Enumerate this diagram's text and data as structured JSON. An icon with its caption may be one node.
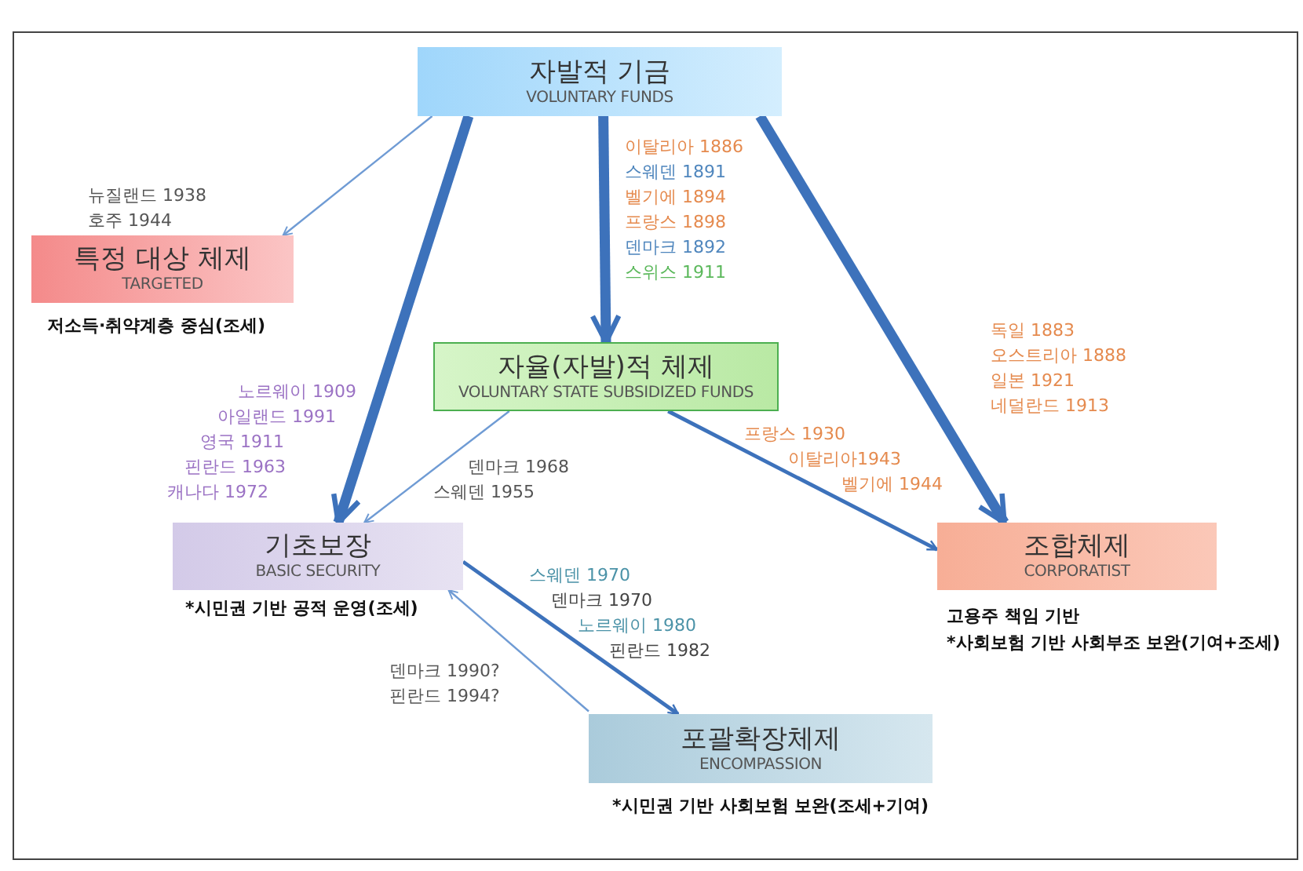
{
  "diagram": {
    "nodes": [
      {
        "text": [
          "자발적 기금",
          "VOLUNTARY FUNDS"
        ]
      },
      {
        "text": [
          "특정 대상 체제",
          "TARGETED"
        ],
        "beside": [
          "저소득·취약계층 중심(조세)"
        ]
      },
      {
        "text": [
          "자율(자발)적 체제",
          "VOLUNTARY STATE SUBSIDIZED FUNDS"
        ]
      },
      {
        "text": [
          "기초보장",
          "BASIC SECURITY"
        ],
        "beside": [
          "*시민권 기반 공적 운영(조세)"
        ]
      },
      {
        "text": [
          "조합체제",
          "CORPORATIST"
        ],
        "beside": [
          "고용주 책임 기반",
          "*사회보험 기반 사회부조 보완(기여+조세)"
        ]
      },
      {
        "text": [
          "포괄확장체제",
          "ENCOMPASSION"
        ],
        "beside": [
          "*시민권 기반 사회보험 보완(조세+기여)"
        ]
      }
    ],
    "edges": [
      {
        "from": 0,
        "to": 1,
        "arrow": "to",
        "color": "#6f9bd4"
      },
      {
        "from": 0,
        "to": 3,
        "arrow": "to",
        "style": "thick"
      },
      {
        "from": 0,
        "to": 2,
        "arrow": "to",
        "style": "thick"
      },
      {
        "from": 0,
        "to": 4,
        "arrow": "to",
        "style": "thick"
      },
      {
        "from": 2,
        "to": 3,
        "arrow": "to",
        "color": "#6f9bd4"
      },
      {
        "from": 2,
        "to": 4,
        "arrow": "to"
      },
      {
        "from": 3,
        "to": 5,
        "arrow": "to"
      },
      {
        "from": 5,
        "to": 3,
        "arrow": "to",
        "color": "#6f9bd4"
      }
    ],
    "labels": [
      "뉴질랜드 1938",
      "호주 1944",
      "이탈리아 1886",
      "스웨덴 1891",
      "벨기에 1894",
      "프랑스 1898",
      "덴마크 1892",
      "스위스 1911",
      "독일 1883",
      "오스트리아 1888",
      "일본 1921",
      "네덜란드 1913",
      "노르웨이 1909",
      "아일랜드 1991",
      "영국 1911",
      "핀란드 1963",
      "캐나다 1972",
      "덴마크 1968",
      "스웨덴 1955",
      "프랑스 1930",
      "이탈리아1943",
      "벨기에 1944",
      "스웨덴 1970",
      "덴마크 1970",
      "노르웨이 1980",
      "핀란드 1982",
      "덴마크 1990?",
      "핀란드 1994?"
    ]
  }
}
